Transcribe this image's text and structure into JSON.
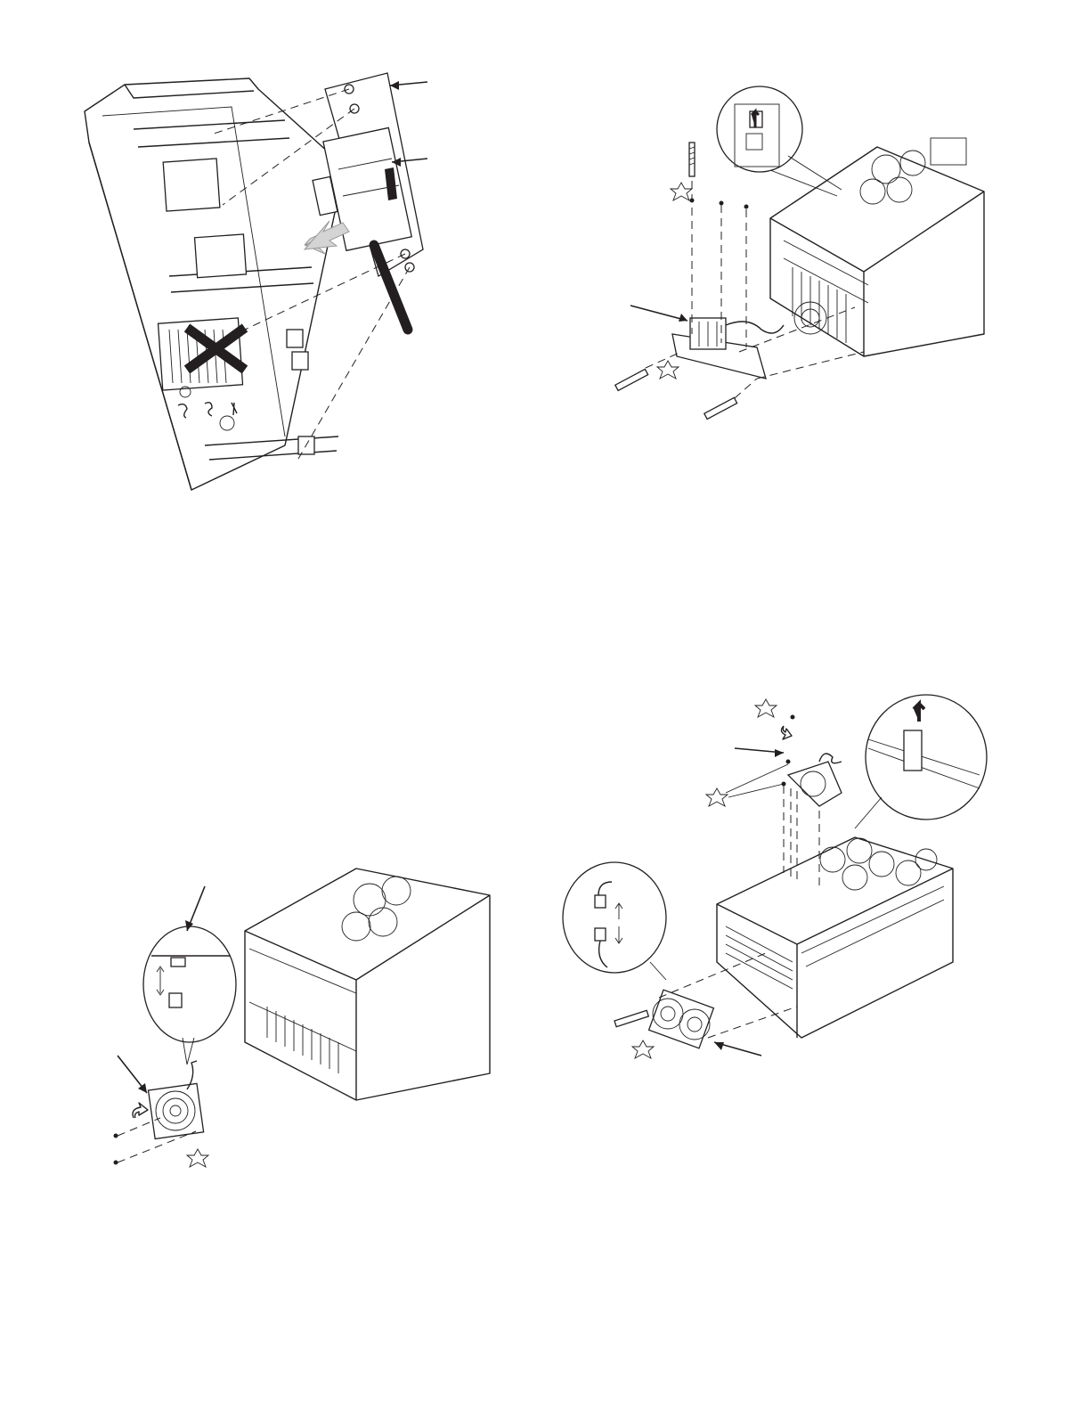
{
  "figures": [
    {
      "id": "fig-control-board",
      "callouts": 2,
      "icons": [
        "gray-direction-arrow",
        "x-mark"
      ]
    },
    {
      "id": "fig-fan-bracket-top",
      "callouts": 1,
      "icons": [
        "star-torque-symbol",
        "connector-detail"
      ]
    },
    {
      "id": "fig-fan-small-drive",
      "callouts": 2,
      "icons": [
        "star-torque-symbol",
        "connector-detail",
        "rotate-arrow"
      ]
    },
    {
      "id": "fig-fan-large-drive",
      "callouts": 2,
      "icons": [
        "star-torque-symbol",
        "connector-detail",
        "rotate-arrow"
      ]
    }
  ],
  "colors": {
    "line": "#231f20",
    "highlight-arrow": "#d4d4d4",
    "background": "#ffffff"
  }
}
